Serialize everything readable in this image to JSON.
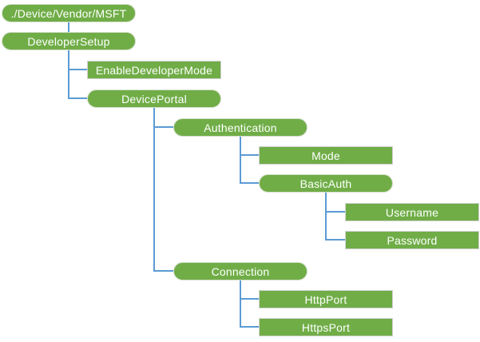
{
  "colors": {
    "node_fill": "#70AD47",
    "node_text": "#FFFFFF",
    "pill_border": "#D5DECC",
    "leaf_border": "#D2D2D2",
    "connector": "#5B9BD5",
    "background": "#FFFFFF"
  },
  "nodes": [
    {
      "label": "./Device/Vendor/MSFT",
      "shape": "rounded",
      "parent": null
    },
    {
      "label": "DeveloperSetup",
      "shape": "rounded",
      "parent": "./Device/Vendor/MSFT"
    },
    {
      "label": "EnableDeveloperMode",
      "shape": "rectangle",
      "parent": "DeveloperSetup"
    },
    {
      "label": "DevicePortal",
      "shape": "rounded",
      "parent": "DeveloperSetup"
    },
    {
      "label": "Authentication",
      "shape": "rounded",
      "parent": "DevicePortal"
    },
    {
      "label": "Mode",
      "shape": "rectangle",
      "parent": "Authentication"
    },
    {
      "label": "BasicAuth",
      "shape": "rounded",
      "parent": "Authentication"
    },
    {
      "label": "Username",
      "shape": "rectangle",
      "parent": "BasicAuth"
    },
    {
      "label": "Password",
      "shape": "rectangle",
      "parent": "BasicAuth"
    },
    {
      "label": "Connection",
      "shape": "rounded",
      "parent": "DevicePortal"
    },
    {
      "label": "HttpPort",
      "shape": "rectangle",
      "parent": "Connection"
    },
    {
      "label": "HttpsPort",
      "shape": "rectangle",
      "parent": "Connection"
    }
  ]
}
